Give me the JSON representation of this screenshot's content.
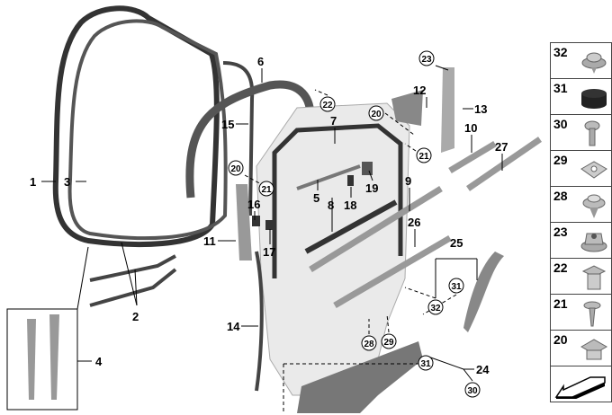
{
  "diagram": {
    "callouts": [
      "1",
      "2",
      "3",
      "4",
      "5",
      "6",
      "7",
      "8",
      "9",
      "10",
      "11",
      "12",
      "13",
      "14",
      "15",
      "16",
      "17",
      "18",
      "19",
      "24",
      "25",
      "26",
      "27"
    ],
    "circled_callouts": [
      "20",
      "21",
      "22",
      "23",
      "28",
      "29",
      "30",
      "31",
      "32"
    ]
  },
  "legend": {
    "items": [
      {
        "number": "32",
        "icon": "clip-with-washer"
      },
      {
        "number": "31",
        "icon": "round-pad"
      },
      {
        "number": "30",
        "icon": "screw"
      },
      {
        "number": "29",
        "icon": "square-nut-clip"
      },
      {
        "number": "28",
        "icon": "expanding-rivet"
      },
      {
        "number": "23",
        "icon": "hex-flange-nut"
      },
      {
        "number": "22",
        "icon": "square-insert-nut"
      },
      {
        "number": "21",
        "icon": "tapping-screw"
      },
      {
        "number": "20",
        "icon": "cage-nut"
      }
    ],
    "arrow_icon": "direction-arrow"
  }
}
